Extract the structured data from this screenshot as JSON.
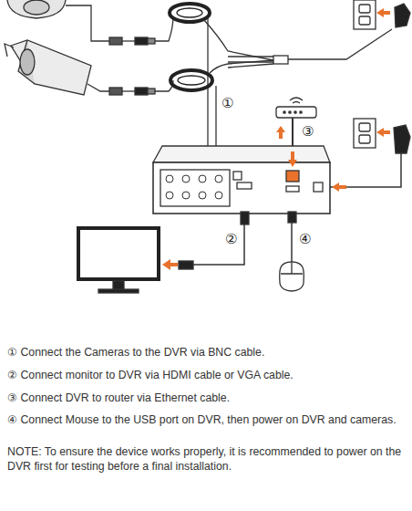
{
  "diagram": {
    "labels": [
      "①",
      "②",
      "③",
      "④",
      "① Connect the Cameras to the DVR via BNC cable.",
      "② Connect monitor to DVR via HDMI cable or VGA cable.",
      "③ Connect DVR to router via Ethernet cable.",
      "④ Connect Mouse to the USB port on DVR, then power on DVR and cameras.",
      "NOTE: To ensure the device works properly, it is recommended to power on the DVR first for testing before a final installation."
    ]
  }
}
